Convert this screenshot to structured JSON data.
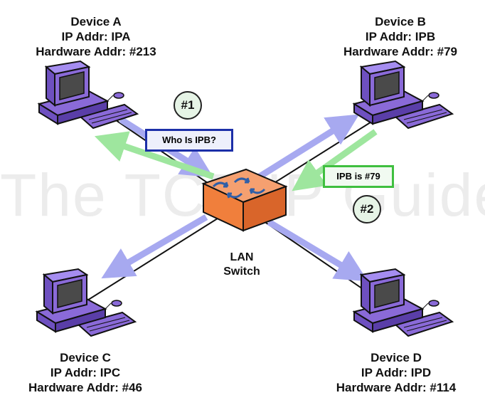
{
  "watermark": "The TCP/IP Guide",
  "devices": [
    {
      "name": "Device A",
      "ip": "IP Addr: IPA",
      "hw": "Hardware Addr: #213"
    },
    {
      "name": "Device B",
      "ip": "IP Addr: IPB",
      "hw": "Hardware Addr: #79"
    },
    {
      "name": "Device C",
      "ip": "IP Addr: IPC",
      "hw": "Hardware Addr: #46"
    },
    {
      "name": "Device D",
      "ip": "IP Addr: IPD",
      "hw": "Hardware Addr: #114"
    }
  ],
  "switch": {
    "line1": "LAN",
    "line2": "Switch"
  },
  "messages": {
    "request": {
      "text": "Who Is IPB?",
      "border": "#1c2fa8"
    },
    "reply": {
      "text": "IPB is #79",
      "border": "#3fbf3f"
    }
  },
  "steps": {
    "step1": "#1",
    "step2": "#2"
  },
  "colors": {
    "request_arrow": "#a7a9f0",
    "reply_arrow": "#9ee69e",
    "switch_body": "#f07f3c",
    "computer_body": "#8a6ad8"
  }
}
